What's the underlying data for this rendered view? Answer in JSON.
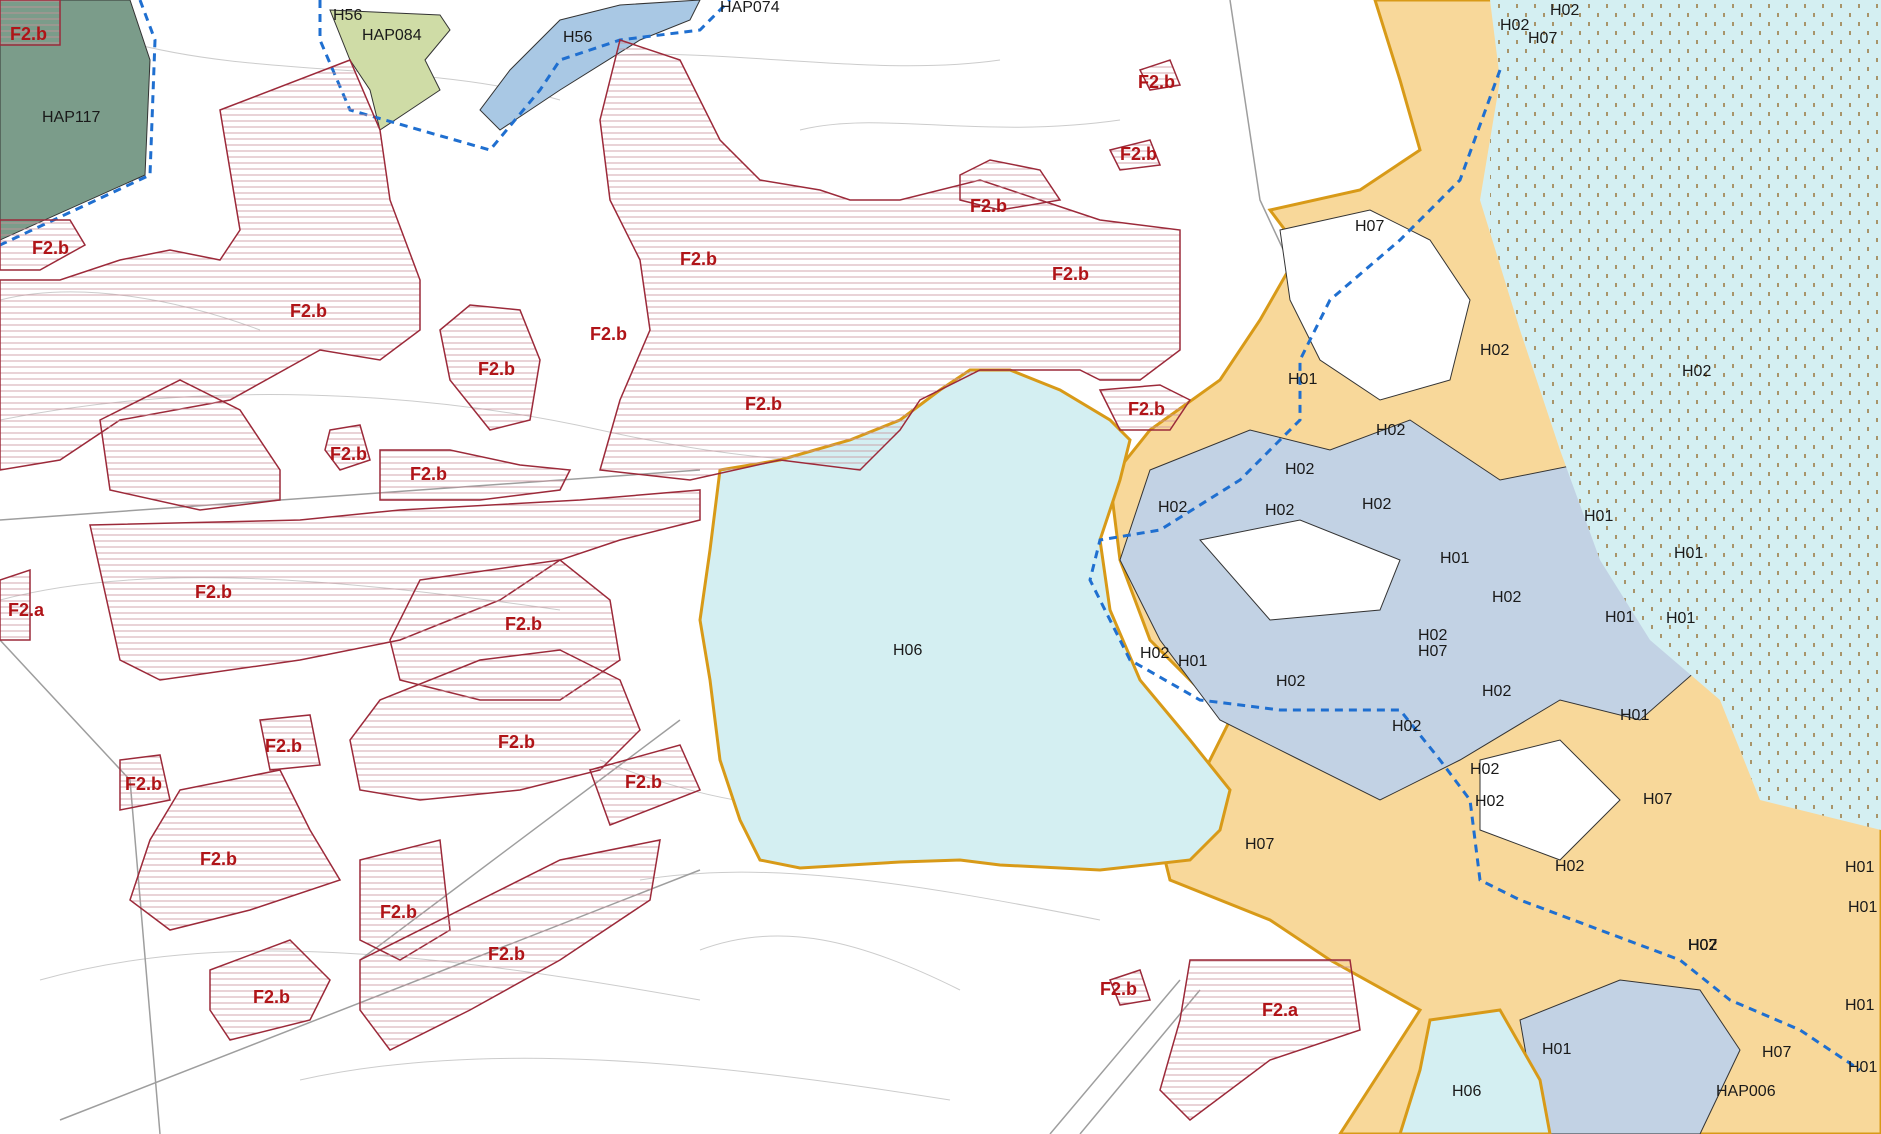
{
  "colors": {
    "land": "#ffffff",
    "contour": "#c8c8c8",
    "road": "#a8a8a8",
    "zone_stroke": "#9c2a3a",
    "zone_hatch": "#c8909a",
    "zone_label": "#b01418",
    "water": "#d4eff2",
    "shore": "#d89a18",
    "sand": "#f8d89a",
    "grey_blue": "#c2d2e4",
    "dot": "#a8946a",
    "boundary": "#1f6fd0",
    "dark_green": "#7b9c8a",
    "light_green": "#cfdca6",
    "pale_blue": "#a9c8e4"
  },
  "zones": [
    {
      "label": "F2.b"
    },
    {
      "label": "F2.b"
    },
    {
      "label": "F2.b"
    },
    {
      "label": "F2.b"
    },
    {
      "label": "F2.b"
    },
    {
      "label": "F2.b"
    },
    {
      "label": "F2.b"
    },
    {
      "label": "F2.b"
    },
    {
      "label": "F2.b"
    },
    {
      "label": "F2.b"
    },
    {
      "label": "F2.b"
    },
    {
      "label": "F2.b"
    },
    {
      "label": "F2.b"
    },
    {
      "label": "F2.b"
    },
    {
      "label": "F2.b"
    },
    {
      "label": "F2.b"
    },
    {
      "label": "F2.b"
    },
    {
      "label": "F2.b"
    },
    {
      "label": "F2.b"
    },
    {
      "label": "F2.b"
    },
    {
      "label": "F2.b"
    },
    {
      "label": "F2.b"
    },
    {
      "label": "F2.b"
    },
    {
      "label": "F2.b"
    },
    {
      "label": "F2.b"
    },
    {
      "label": "F2.a"
    },
    {
      "label": "F2.a"
    }
  ],
  "habitat_labels": [
    "HAP117",
    "H56",
    "HAP084",
    "H56",
    "HAP074",
    "H02",
    "H02",
    "H07",
    "H07",
    "H02",
    "H02",
    "H01",
    "H02",
    "H02",
    "H02",
    "H02",
    "H02",
    "H01",
    "H01",
    "H01",
    "H01",
    "H02",
    "H01",
    "H02",
    "H07",
    "H02",
    "H02",
    "H02",
    "H01",
    "H01",
    "H02",
    "H07",
    "H02",
    "H07",
    "H02",
    "H02",
    "H07",
    "H01",
    "H07",
    "H06",
    "H06",
    "HAP006",
    "H02",
    "H02",
    "H01",
    "H01",
    "H01",
    "H01"
  ]
}
